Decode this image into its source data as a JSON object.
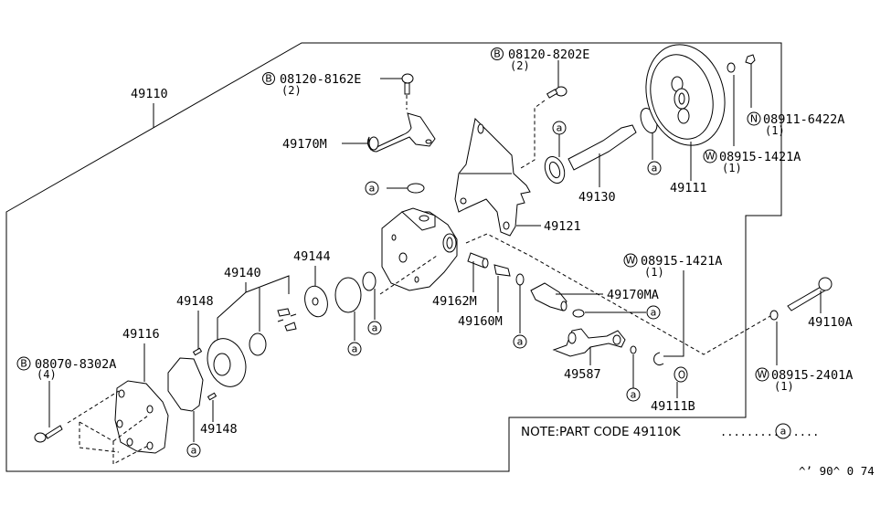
{
  "diagram": {
    "title": "Power Steering Pump Exploded Diagram",
    "assembly_label": "49110",
    "parts": [
      {
        "id": "49170M",
        "label": "49170M"
      },
      {
        "id": "49121",
        "label": "49121"
      },
      {
        "id": "49130",
        "label": "49130"
      },
      {
        "id": "49111",
        "label": "49111"
      },
      {
        "id": "49144",
        "label": "49144"
      },
      {
        "id": "49140",
        "label": "49140"
      },
      {
        "id": "49148a",
        "label": "49148"
      },
      {
        "id": "49148b",
        "label": "49148"
      },
      {
        "id": "49116",
        "label": "49116"
      },
      {
        "id": "49162M",
        "label": "49162M"
      },
      {
        "id": "49160M",
        "label": "49160M"
      },
      {
        "id": "49170MA",
        "label": "49170MA"
      },
      {
        "id": "49587",
        "label": "49587"
      },
      {
        "id": "49111B",
        "label": "49111B"
      },
      {
        "id": "49110A",
        "label": "49110A"
      }
    ],
    "fasteners": [
      {
        "id": "b1",
        "prefix": "B",
        "code": "08120-8162E",
        "qty": "(2)"
      },
      {
        "id": "b2",
        "prefix": "B",
        "code": "08120-8202E",
        "qty": "(2)"
      },
      {
        "id": "n1",
        "prefix": "N",
        "code": "08911-6422A",
        "qty": "(1)"
      },
      {
        "id": "w1",
        "prefix": "W",
        "code": "08915-1421A",
        "qty": "(1)"
      },
      {
        "id": "b3",
        "prefix": "B",
        "code": "08070-8302A",
        "qty": "(4)"
      },
      {
        "id": "w2",
        "prefix": "W",
        "code": "08915-1421A",
        "qty": "(1)"
      },
      {
        "id": "w3",
        "prefix": "W",
        "code": "08915-2401A",
        "qty": "(1)"
      }
    ],
    "kit_marker": "a",
    "note": "NOTE:PART CODE 49110K",
    "note_leader": "...............",
    "ref_code": "^’ 90^ 0 74"
  }
}
